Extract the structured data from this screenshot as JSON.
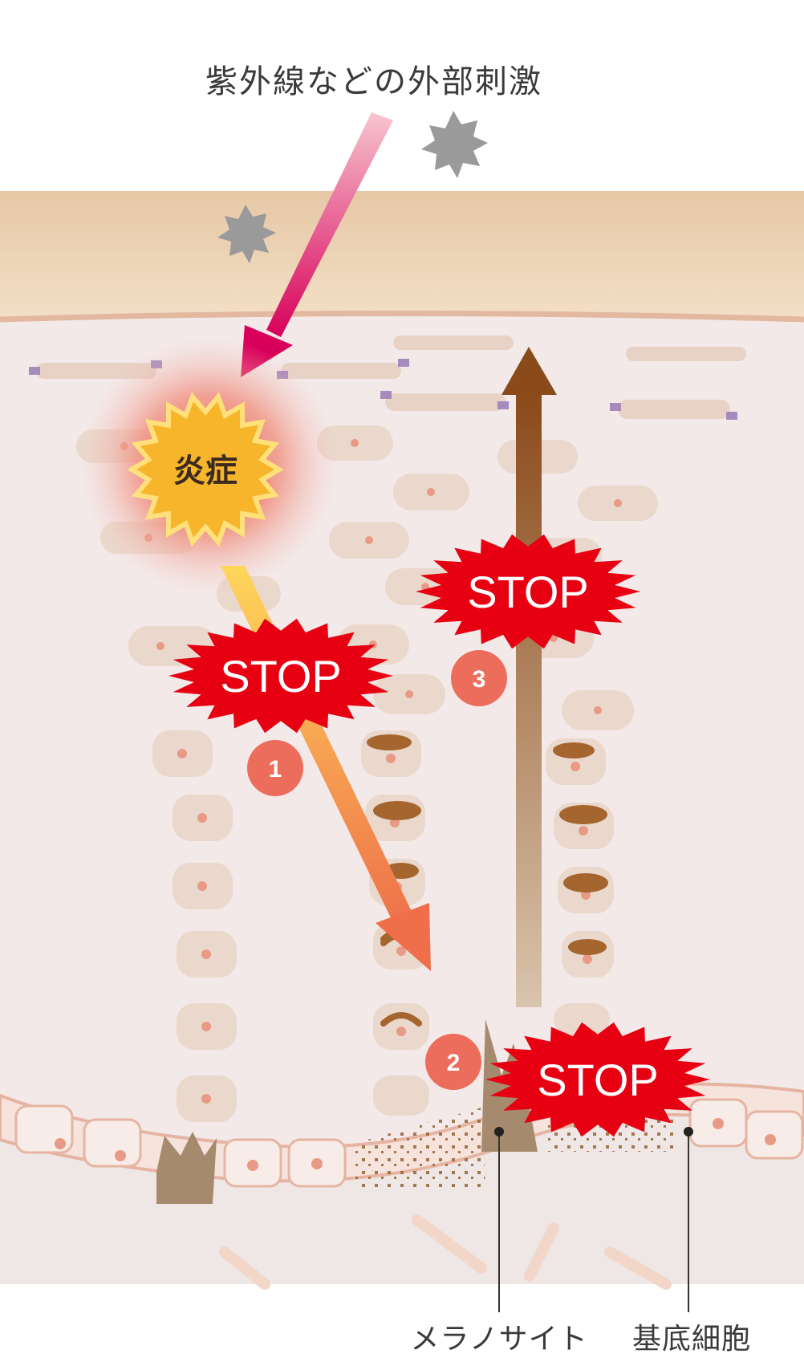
{
  "title": "紫外線などの外部刺激",
  "inflammation_label": "炎症",
  "stop_label": "STOP",
  "steps": [
    "1",
    "2",
    "3"
  ],
  "labels": {
    "melanocyte": "メラノサイト",
    "basal_cell": "基底細胞"
  },
  "colors": {
    "stop_red": "#e60012",
    "step_badge": "#ec6d5b",
    "inflammation_star": "#f7b52c",
    "skin_surface": "#ecd2b5",
    "epidermis": "#f3e9e8",
    "melanin_brown": "#8a5a2b"
  }
}
